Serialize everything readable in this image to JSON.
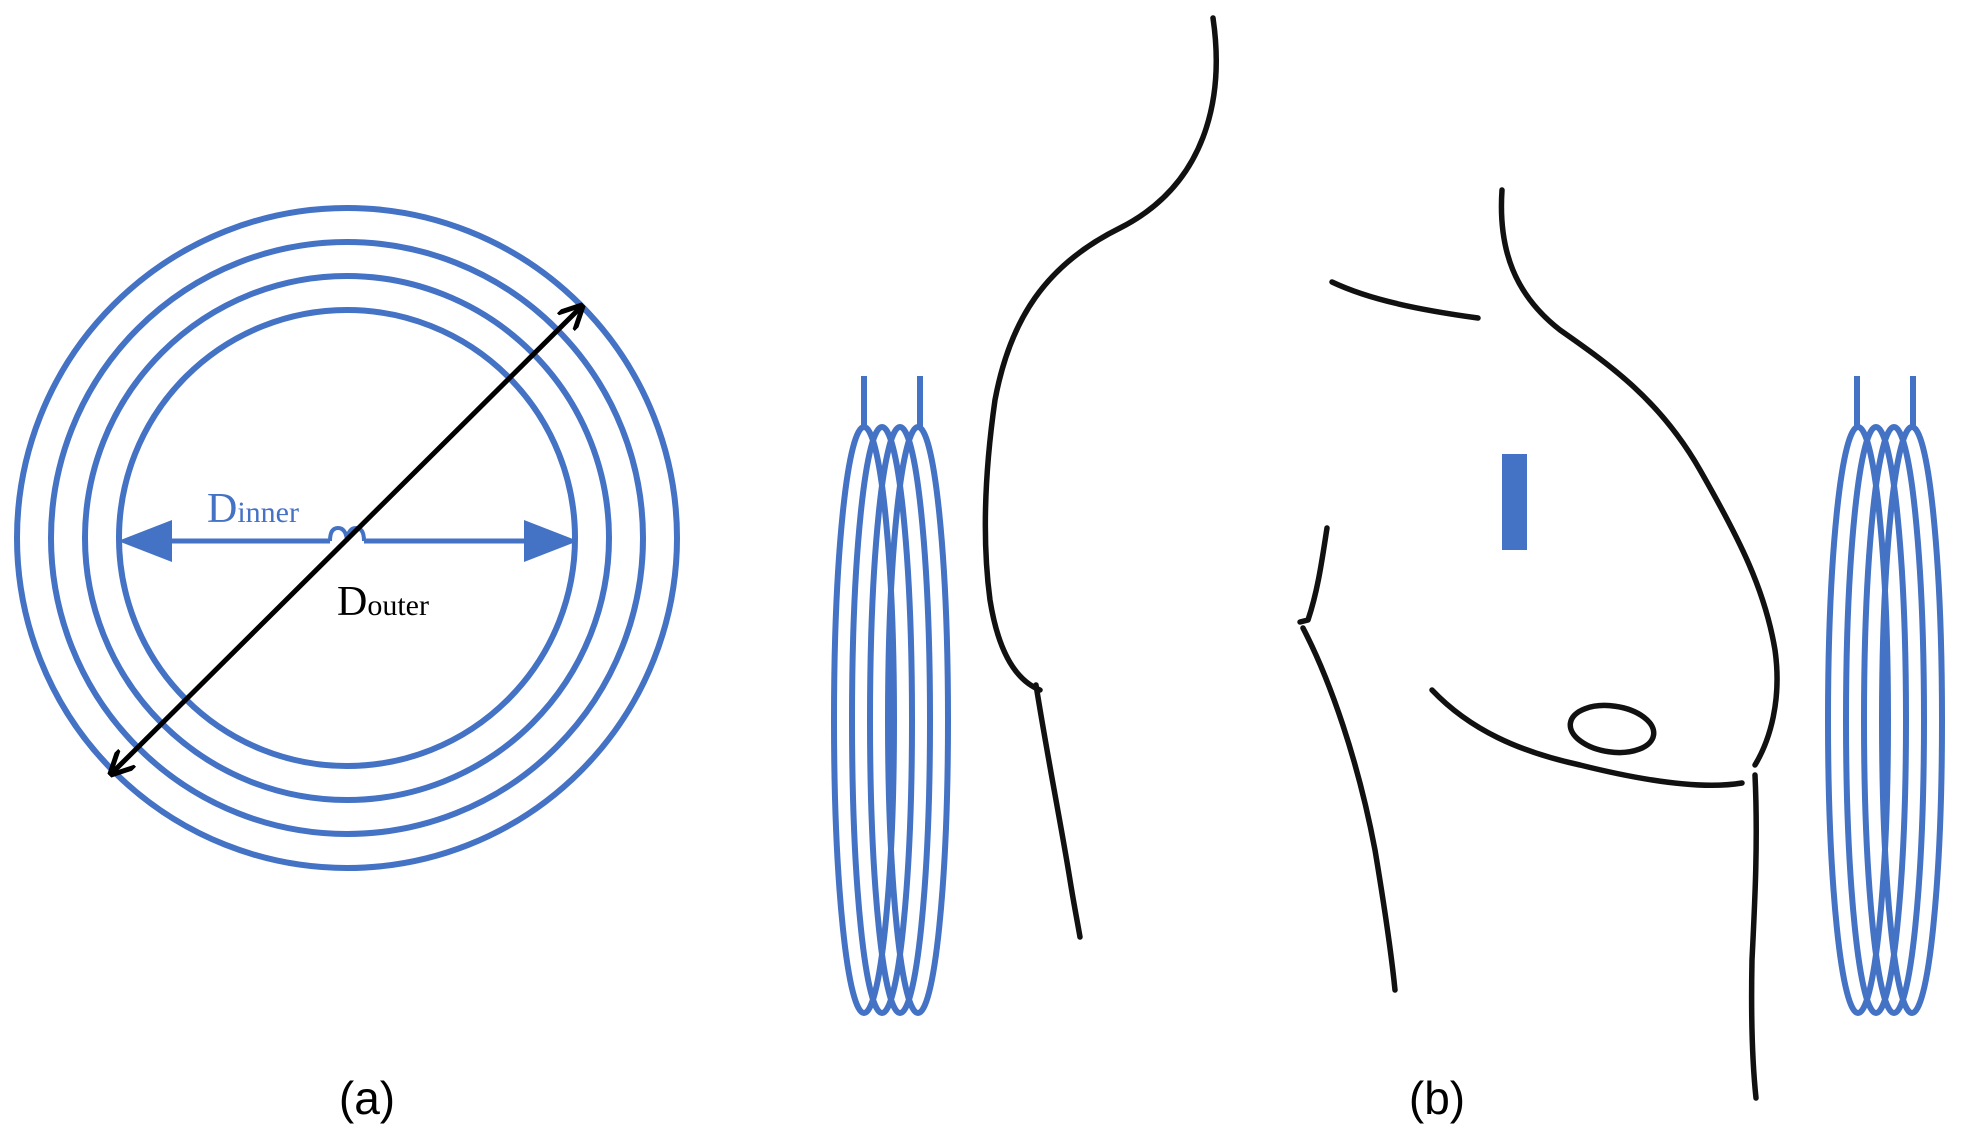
{
  "panel_a": {
    "caption": "(a)",
    "inner_label": {
      "main": "D",
      "sub": "inner"
    },
    "outer_label": {
      "main": "D",
      "sub": "outer"
    }
  },
  "panel_b": {
    "caption": "(b)"
  },
  "colors": {
    "coil": "#4472c4",
    "arrow_outer": "#000000",
    "body_outline": "#111111",
    "implant": "#4472c4"
  }
}
